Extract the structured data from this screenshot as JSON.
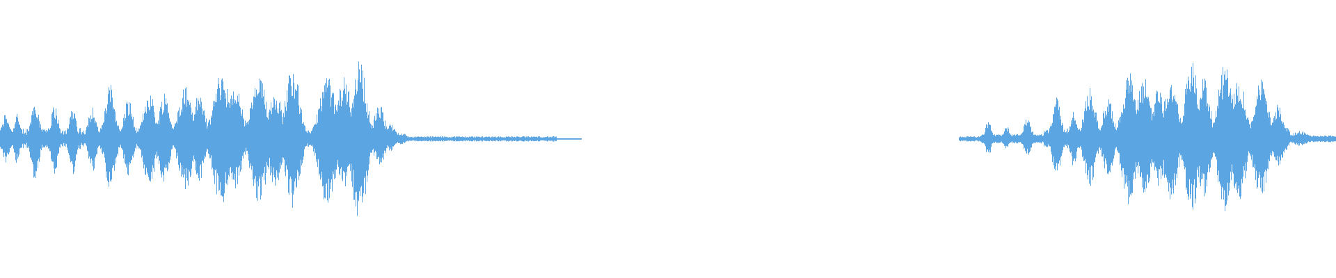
{
  "waveform": {
    "color": "#5aa5e2",
    "background": "#ffffff",
    "duration_fraction_segments": [
      {
        "name": "segment-1",
        "start": 0.0,
        "end": 0.4348
      },
      {
        "name": "segment-2",
        "start": 0.7175,
        "end": 1.0
      }
    ]
  }
}
